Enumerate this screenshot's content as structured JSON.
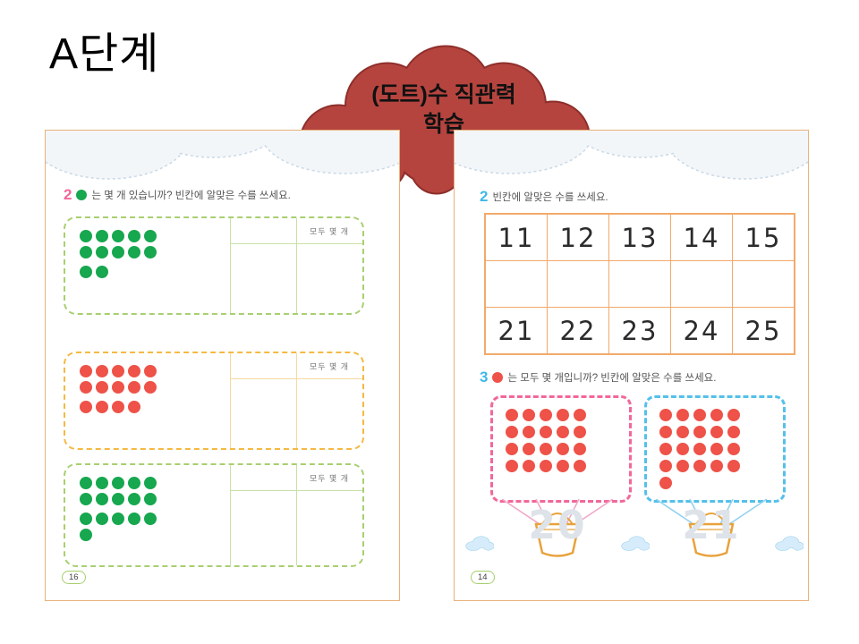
{
  "title": "A단계",
  "bubble": {
    "line1": "(도트)수 직관력",
    "line2": "학습"
  },
  "palette": {
    "bubble-fill": "#b5443f",
    "bubble-stroke": "#8e2f2b",
    "page-border": "#e8b27c",
    "green": "#17a74f",
    "red": "#ee5248",
    "pink": "#f2679a",
    "blue": "#3fb8e8",
    "table-border": "#f2a96a",
    "basket-orange": "#e8a23c",
    "faint-number": "#dde3e9",
    "string-pink": "#f0a8c8",
    "string-blue": "#92d2f0",
    "deco-fill": "#f3f6f9",
    "deco-stroke": "#c9d9e6",
    "cloud-fill": "#d6ecfa",
    "cloud-stroke": "#82c6ea"
  },
  "left_page": {
    "question": {
      "number": "2",
      "text": "는 몇 개 있습니까? 빈칸에 알맞은 수를 쓰세요."
    },
    "answer_header": "모두 몇 개",
    "boxes": [
      {
        "border": "#a8cf70",
        "line": "#c9e0a8",
        "dot": "#17a74f",
        "groups": [
          [
            5,
            5
          ],
          [
            2
          ]
        ]
      },
      {
        "border": "#f5b942",
        "line": "#f5d9a0",
        "dot": "#ee5248",
        "groups": [
          [
            5,
            5
          ],
          [
            4
          ]
        ]
      },
      {
        "border": "#a8cf70",
        "line": "#c9e0a8",
        "dot": "#17a74f",
        "groups": [
          [
            5,
            5
          ],
          [
            5,
            1
          ]
        ]
      }
    ],
    "page_number": "16"
  },
  "right_page": {
    "question2": {
      "number": "2",
      "text": "빈칸에 알맞은 수를 쓰세요."
    },
    "table": {
      "rows": [
        [
          "11",
          "12",
          "13",
          "14",
          "15"
        ],
        [
          "",
          "",
          "",
          "",
          ""
        ],
        [
          "21",
          "22",
          "23",
          "24",
          "25"
        ]
      ]
    },
    "question3": {
      "number": "3",
      "text": "는 모두 몇 개입니까? 빈칸에 알맞은 수를 쓰세요."
    },
    "dot_boxes": [
      {
        "border": "#f2679a",
        "dot": "#ee5248",
        "groups": [
          [
            5,
            5,
            5,
            5
          ]
        ],
        "basket_number": "20"
      },
      {
        "border": "#54c0ea",
        "dot": "#ee5248",
        "groups": [
          [
            5,
            5,
            5,
            5,
            1
          ]
        ],
        "basket_number": "21"
      }
    ],
    "page_number": "14"
  }
}
